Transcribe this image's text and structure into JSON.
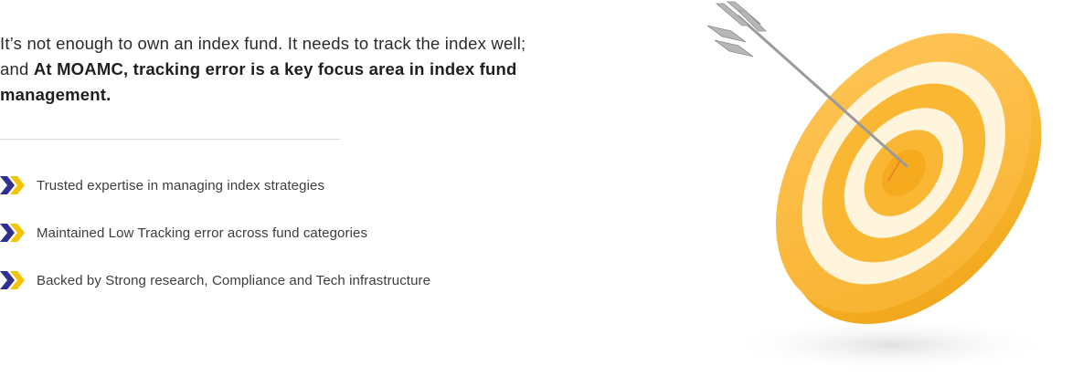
{
  "intro": {
    "text_plain": "It’s not enough to own an index fund. It needs to track the index well; and ",
    "text_bold": "At MOAMC, tracking error is a key focus area in index fund management."
  },
  "features": [
    {
      "label": "Trusted expertise in managing index strategies"
    },
    {
      "label": "Maintained Low Tracking error across fund categories"
    },
    {
      "label": "Backed by Strong research, Compliance and Tech infrastructure"
    }
  ],
  "colors": {
    "chevron_primary": "#2f2f8f",
    "chevron_accent": "#f5c400",
    "target_orange": "#f9b733",
    "target_light": "#fde9b8",
    "text_dark": "#2b2b2b",
    "arrow_grey": "#9a9a9a"
  },
  "icons": {
    "bullet": "double-chevron-icon",
    "illustration": "target-with-arrow-icon"
  }
}
